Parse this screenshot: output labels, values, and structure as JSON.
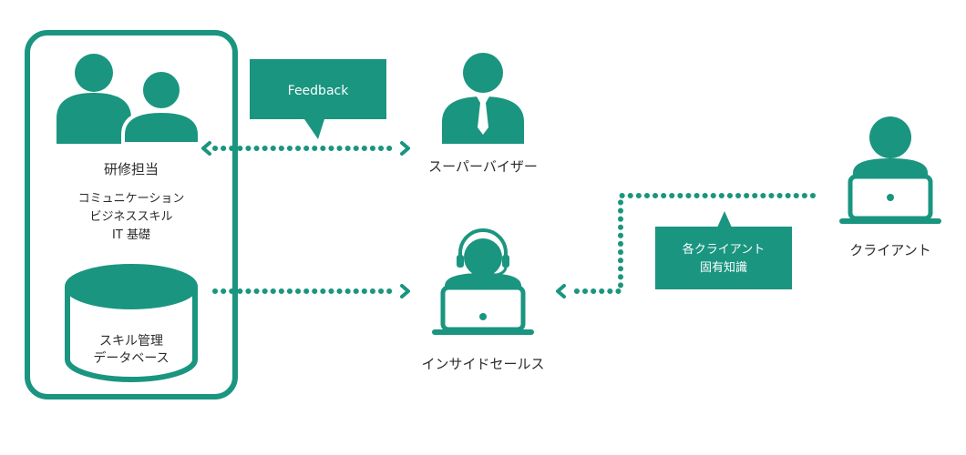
{
  "colors": {
    "accent": "#1a9580",
    "background": "#ffffff",
    "inverse_text": "#ffffff",
    "text": "#2b2b2b"
  },
  "left_panel": {
    "training_label": "研修担当",
    "curriculum": [
      "コミュニケーション",
      "ビジネススキル",
      "IT 基礎"
    ],
    "database_lines": [
      "スキル管理",
      "データベース"
    ]
  },
  "feedback_callout": {
    "text": "Feedback"
  },
  "supervisor": {
    "label": "スーパーバイザー",
    "icon": "supervisor-icon"
  },
  "inside_sales": {
    "label": "インサイドセールス",
    "icon": "headset-operator-icon"
  },
  "client": {
    "label": "クライアント",
    "icon": "client-laptop-icon"
  },
  "knowledge_callout": {
    "lines": [
      "各クライアント",
      "固有知識"
    ]
  }
}
